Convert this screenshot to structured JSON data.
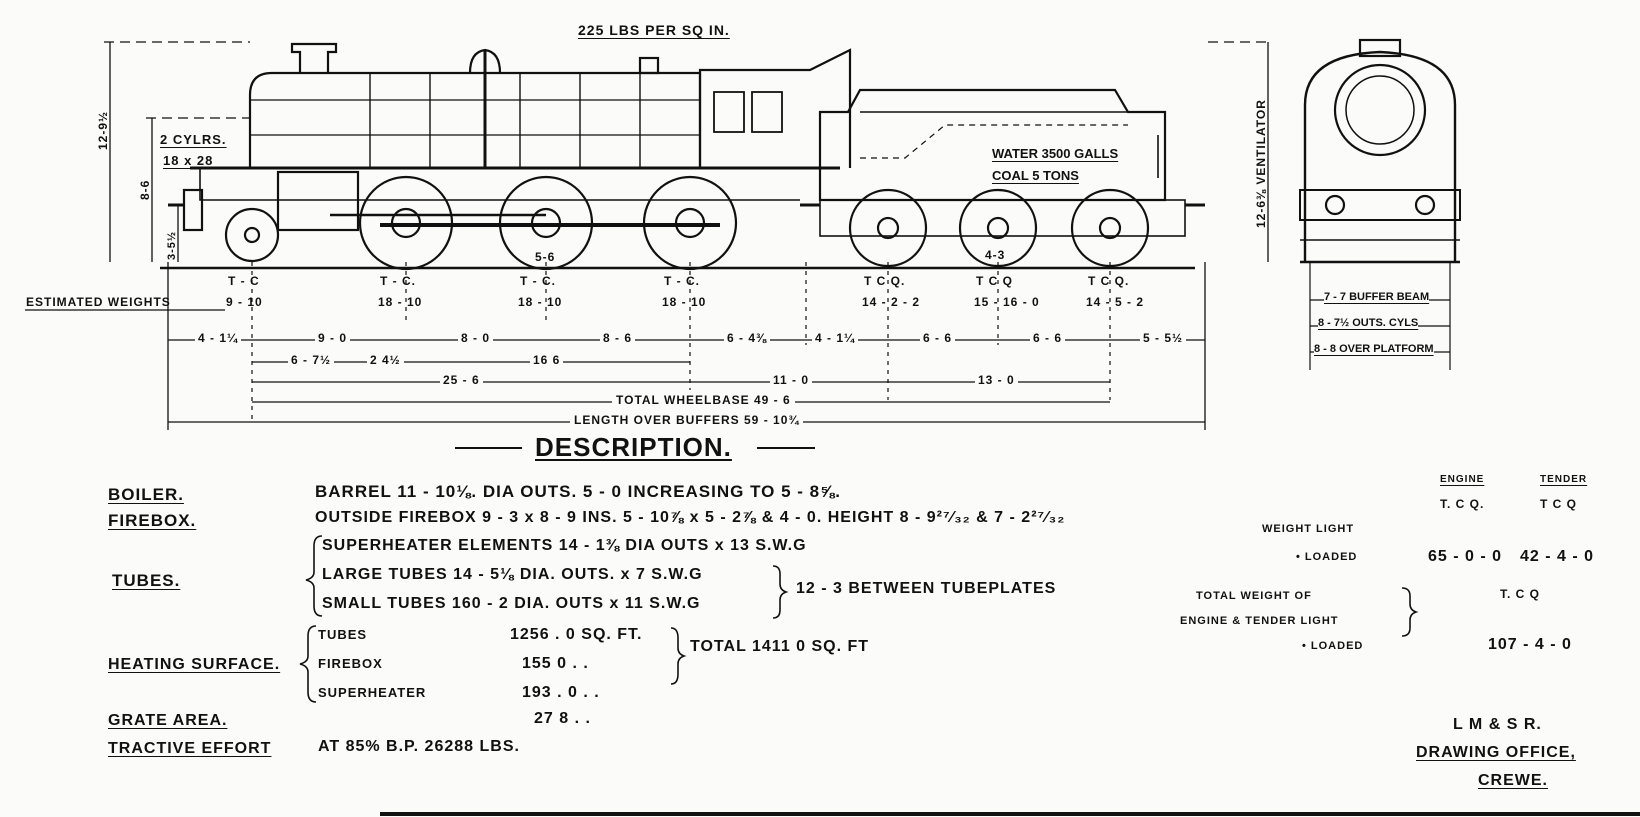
{
  "pressure_label": "225 LBS PER SQ IN.",
  "cylinders_label": "2 CYLRS.",
  "cylinders_size": "18 x 28",
  "tender_capacity": {
    "water": "WATER 3500 GALLS",
    "coal": "COAL    5 TONS"
  },
  "vertical_dims": {
    "height_overall": "12-9½",
    "boiler_center": "8-6",
    "buffer_height": "3-5½",
    "ventilator": "12-6⅜ VENTILATOR"
  },
  "wheel_dims": {
    "coupled": "5-6",
    "tender": "4-3"
  },
  "weights": {
    "label": "ESTIMATED WEIGHTS",
    "axles": [
      {
        "unit": "T - C",
        "value": "9 - 10"
      },
      {
        "unit": "T - C.",
        "value": "18 - 10"
      },
      {
        "unit": "T - C.",
        "value": "18 - 10"
      },
      {
        "unit": "T - C.",
        "value": "18 - 10"
      },
      {
        "unit": "T C Q.",
        "value": "14 - 2 - 2"
      },
      {
        "unit": "T C Q",
        "value": "15 - 16 - 0"
      },
      {
        "unit": "T C Q.",
        "value": "14 - 5 - 2"
      }
    ]
  },
  "dimensions": {
    "row1": [
      "4 - 1¼",
      "9 - 0",
      "8 - 0",
      "8 - 6",
      "6 - 4⅜",
      "4 - 1¼",
      "6 - 6",
      "6 - 6",
      "5 - 5½"
    ],
    "row2": [
      "6 - 7½",
      "2 4½",
      "16  6"
    ],
    "row3": [
      "25 - 6",
      "11 - 0",
      "13 - 0"
    ],
    "total_wheelbase": "TOTAL WHEELBASE 49 - 6",
    "length_over_buffers": "LENGTH OVER BUFFERS 59 - 10¾"
  },
  "end_view": {
    "buffer_beam": "7 - 7 BUFFER BEAM",
    "outs_cyls": "8 - 7½ OUTS. CYLS",
    "over_platform": "8 - 8 OVER PLATFORM"
  },
  "description": {
    "title": "DESCRIPTION.",
    "boiler": {
      "label": "BOILER.",
      "text": "BARREL 11 - 10⅛.   DIA OUTS. 5 - 0  INCREASING TO  5 - 8⅝."
    },
    "firebox": {
      "label": "FIREBOX.",
      "text": "OUTSIDE FIREBOX  9 - 3 x 8 - 9 INS.  5 - 10⅞ x 5 - 2⅞ & 4 - 0.  HEIGHT  8 - 9²⁷⁄₃₂ & 7 - 2²⁷⁄₃₂"
    },
    "tubes": {
      "label": "TUBES.",
      "lines": [
        "SUPERHEATER ELEMENTS 14 - 1⅜ DIA OUTS x 13 S.W.G",
        "LARGE TUBES  14 - 5⅛ DIA. OUTS. x  7 S.W.G",
        "SMALL TUBES  160 - 2 DIA. OUTS x 11 S.W.G"
      ],
      "note": "12 - 3  BETWEEN TUBEPLATES"
    },
    "heating_surface": {
      "label": "HEATING SURFACE.",
      "rows": [
        {
          "item": "TUBES",
          "value": "1256 . 0  SQ. FT."
        },
        {
          "item": "FIREBOX",
          "value": "155  0   .   ."
        },
        {
          "item": "SUPERHEATER",
          "value": "193 . 0   .   ."
        }
      ],
      "total": "TOTAL  1411  0  SQ. FT"
    },
    "grate_area": {
      "label": "GRATE  AREA.",
      "value": "27  8   .   ."
    },
    "tractive_effort": {
      "label": "TRACTIVE   EFFORT",
      "text": "AT 85% B.P.   26288 LBS."
    }
  },
  "weight_table": {
    "col_engine": "ENGINE",
    "col_tender": "TENDER",
    "units_engine": "T.  C  Q.",
    "units_tender": "T  C  Q",
    "weight_light": "WEIGHT  LIGHT",
    "loaded_label": "•   LOADED",
    "loaded_engine": "65 - 0 - 0",
    "loaded_tender": "42 - 4 - 0",
    "total_label_1": "TOTAL  WEIGHT  OF",
    "total_label_2": "ENGINE & TENDER LIGHT",
    "total_units": "T.   C   Q",
    "total_loaded_label": "•  LOADED",
    "total_loaded": "107 - 4 - 0"
  },
  "office": {
    "company": "L M & S R.",
    "dept": "DRAWING   OFFICE,",
    "place": "CREWE."
  }
}
